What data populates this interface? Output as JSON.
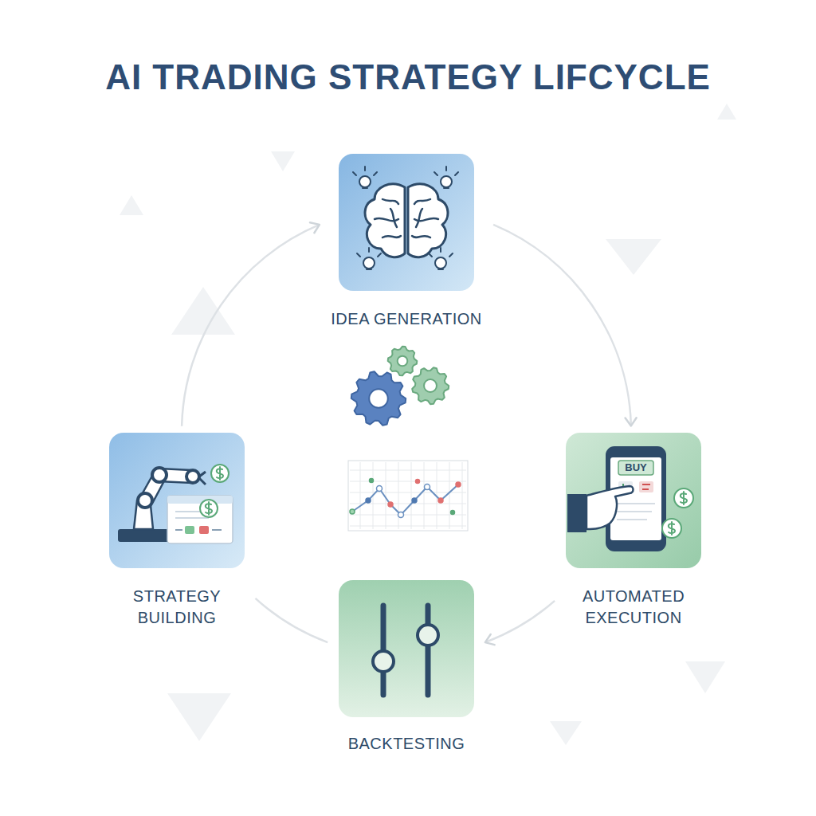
{
  "diagram": {
    "title": "AI TRADING STRATEGY LIFCYCLE",
    "nodes": [
      {
        "text": [
          "IDEA GENERATION"
        ]
      },
      {
        "text": [
          "AUTOMATED EXECUTION"
        ]
      },
      {
        "text": [
          "BACKTESTING"
        ]
      },
      {
        "text": [
          "STRATEGY BUILDING"
        ]
      }
    ],
    "edges": [
      {
        "from": 0,
        "to": 1,
        "arrow": "to"
      },
      {
        "from": 1,
        "to": 2,
        "arrow": "to"
      },
      {
        "from": 2,
        "to": 3,
        "arrow": "none"
      },
      {
        "from": 3,
        "to": 0,
        "arrow": "to"
      }
    ],
    "labels": [
      "BUY"
    ]
  }
}
